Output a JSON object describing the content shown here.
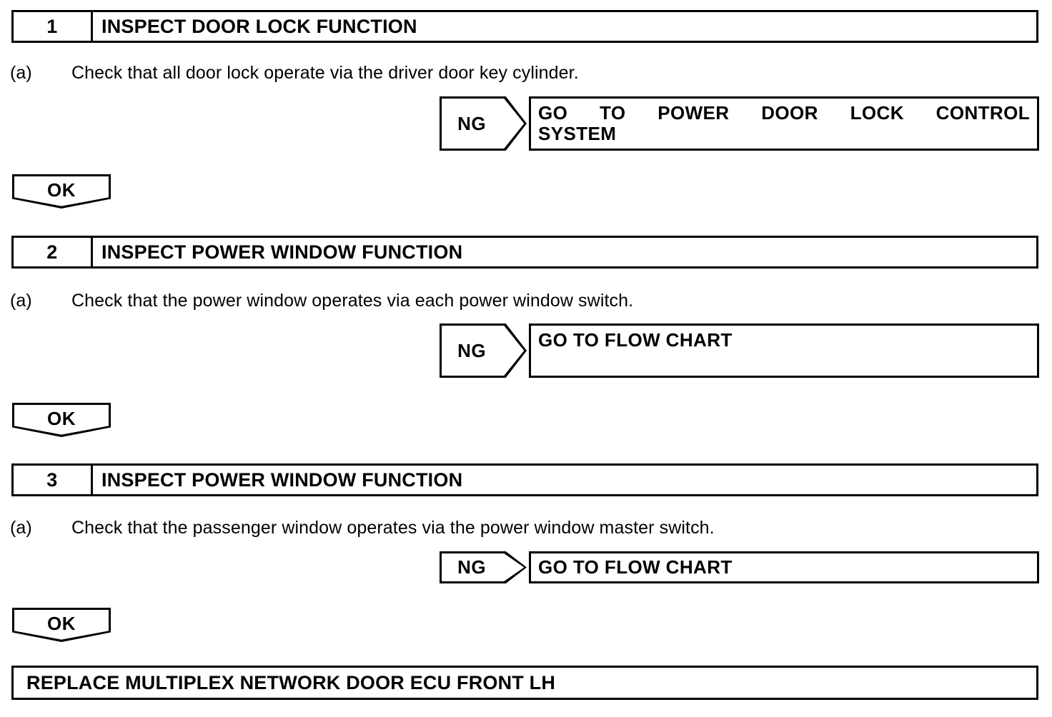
{
  "document": {
    "type": "automotive-troubleshooting-flowchart",
    "background_color": "#ffffff",
    "line_color": "#000000"
  },
  "steps": [
    {
      "number": "1",
      "title": "INSPECT DOOR LOCK FUNCTION",
      "item_marker": "(a)",
      "instruction": "Check that all door lock operate via the driver door key cylinder.",
      "ng": {
        "label": "NG",
        "result_line1": "GO TO POWER DOOR LOCK CONTROL",
        "result_line2": "SYSTEM"
      },
      "ok": {
        "label": "OK"
      }
    },
    {
      "number": "2",
      "title": "INSPECT POWER WINDOW FUNCTION",
      "item_marker": "(a)",
      "instruction": "Check that the power window operates via each power window switch.",
      "ng": {
        "label": "NG",
        "result_line1": "GO TO FLOW CHART",
        "result_line2": ""
      },
      "ok": {
        "label": "OK"
      }
    },
    {
      "number": "3",
      "title": "INSPECT POWER WINDOW FUNCTION",
      "item_marker": "(a)",
      "instruction": "Check that the passenger window operates via the power window master switch.",
      "ng": {
        "label": "NG",
        "result_line1": "GO TO FLOW CHART",
        "result_line2": ""
      },
      "ok": {
        "label": "OK"
      }
    }
  ],
  "final_action": {
    "label": "REPLACE MULTIPLEX NETWORK DOOR ECU FRONT LH"
  }
}
